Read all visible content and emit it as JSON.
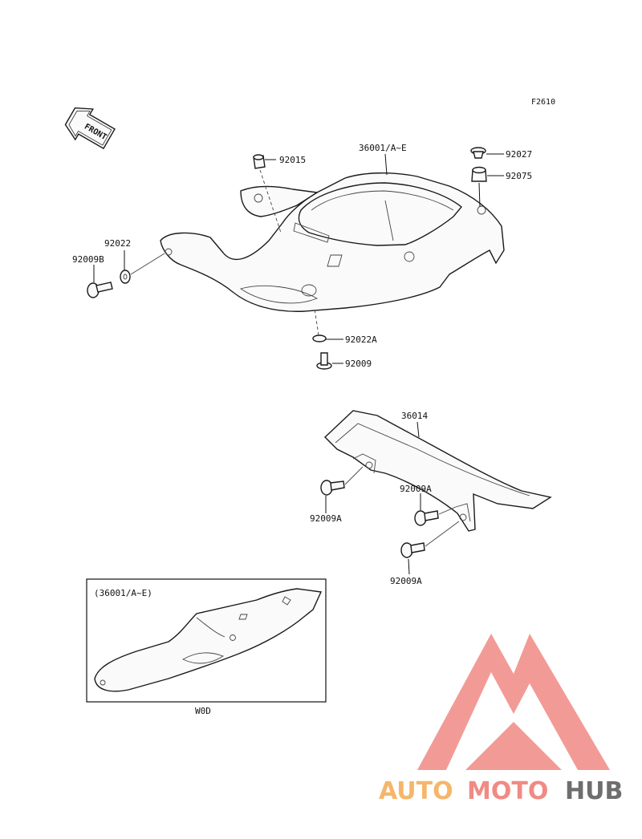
{
  "figure_code": "F2610",
  "front_label": "FRONT",
  "labels": {
    "p92015": "92015",
    "p36001": "36001/A~E",
    "p92027": "92027",
    "p92075": "92075",
    "p92022": "92022",
    "p92009B": "92009B",
    "p92022A": "92022A",
    "p92009": "92009",
    "p36014": "36014",
    "p92009A_1": "92009A",
    "p92009A_2": "92009A",
    "p92009A_3": "92009A"
  },
  "inset": {
    "title": "(36001/A~E)",
    "caption": "W0D"
  },
  "watermark": {
    "part1": "AUTO",
    "part2": "MOTO",
    "part3": "HUB",
    "colors": {
      "auto": "#f5b66b",
      "moto": "#f08a84",
      "hub": "#6e6e6e",
      "logo": "#f08a84"
    }
  }
}
